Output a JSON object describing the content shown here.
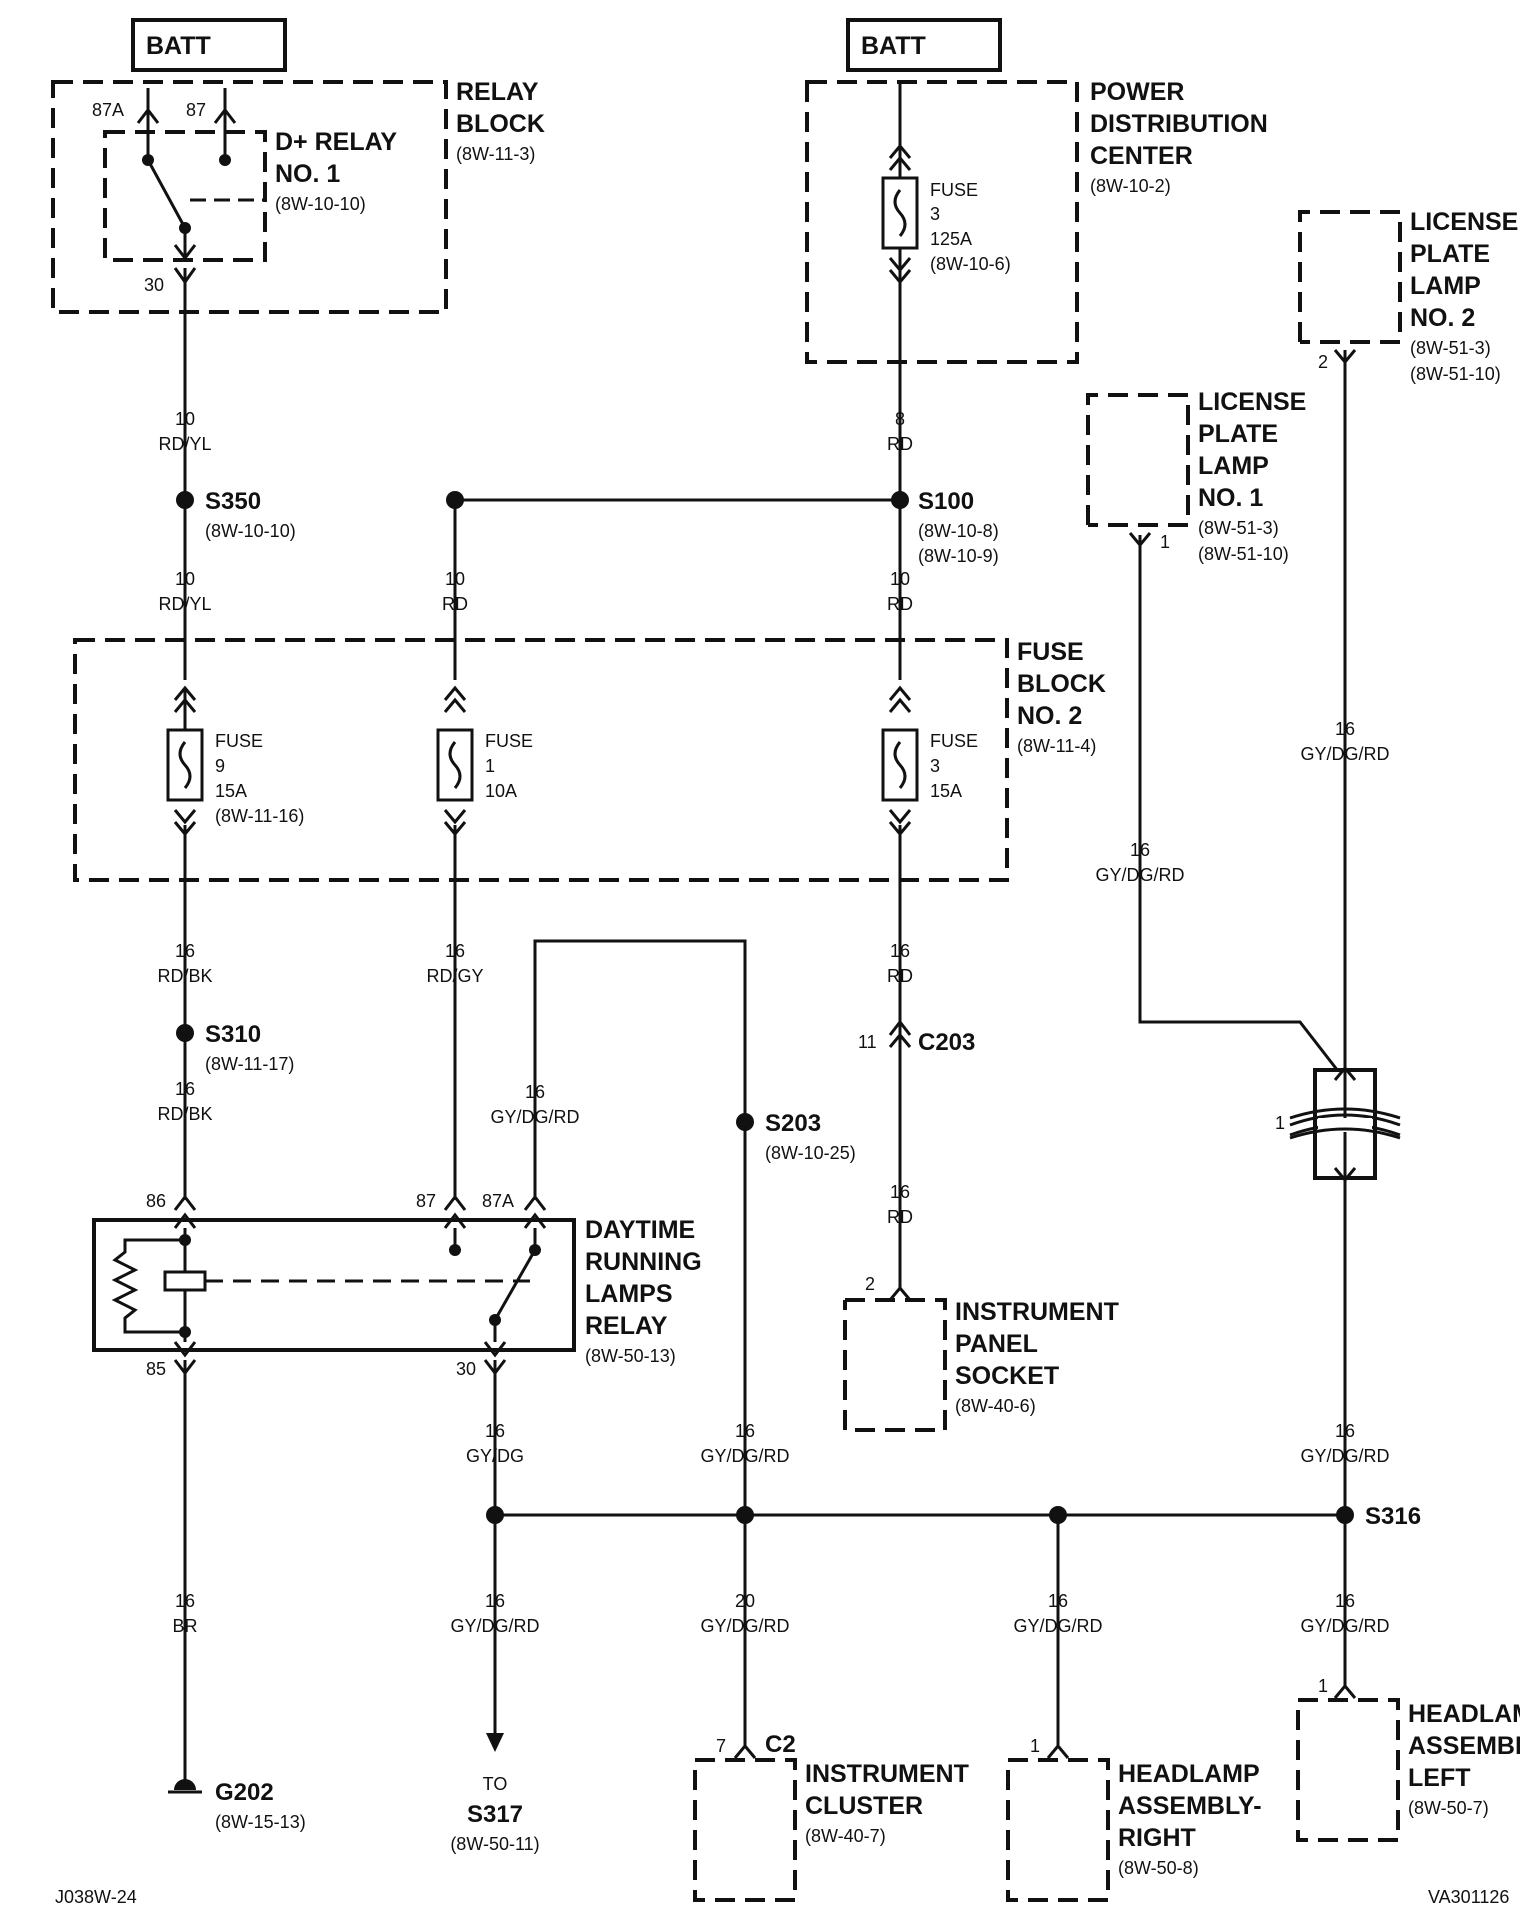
{
  "sources": {
    "batt_left": "BATT",
    "batt_right": "BATT"
  },
  "relay_block": {
    "title_1": "RELAY",
    "title_2": "BLOCK",
    "ref": "(8W-11-3)",
    "relay_1": "D+ RELAY",
    "relay_2": "NO. 1",
    "relay_ref": "(8W-10-10)",
    "pin_87a": "87A",
    "pin_87": "87",
    "pin_30": "30"
  },
  "pdc": {
    "title_1": "POWER",
    "title_2": "DISTRIBUTION",
    "title_3": "CENTER",
    "ref": "(8W-10-2)",
    "fuse_1": "FUSE",
    "fuse_2": "3",
    "fuse_3": "125A",
    "fuse_4": "(8W-10-6)"
  },
  "lp2": {
    "t1": "LICENSE",
    "t2": "PLATE",
    "t3": "LAMP",
    "t4": "NO. 2",
    "ref1": "(8W-51-3)",
    "ref2": "(8W-51-10)",
    "pin": "2"
  },
  "lp1": {
    "t1": "LICENSE",
    "t2": "PLATE",
    "t3": "LAMP",
    "t4": "NO. 1",
    "ref1": "(8W-51-3)",
    "ref2": "(8W-51-10)",
    "pin": "1"
  },
  "wires": {
    "a1_g": "10",
    "a1_c": "RD/YL",
    "a2_g": "10",
    "a2_c": "RD/YL",
    "b1_g": "10",
    "b1_c": "RD",
    "c1_g": "8",
    "c1_c": "RD",
    "c2_g": "10",
    "c2_c": "RD",
    "d1_g": "16",
    "d1_c": "RD/BK",
    "d2_g": "16",
    "d2_c": "RD/BK",
    "e1_g": "16",
    "e1_c": "RD/GY",
    "f1_g": "16",
    "f1_c": "RD",
    "f2_g": "16",
    "f2_c": "RD",
    "g1_g": "16",
    "g1_c": "GY/DG/RD",
    "h1_g": "16",
    "h1_c": "GY/DG/RD",
    "i1_g": "16",
    "i1_c": "GY/DG/RD",
    "j1_g": "16",
    "j1_c": "GY/DG",
    "k1_g": "16",
    "k1_c": "GY/DG/RD",
    "l1_g": "16",
    "l1_c": "GY/DG/RD",
    "m1_g": "16",
    "m1_c": "BR",
    "n1_g": "16",
    "n1_c": "GY/DG/RD",
    "o1_g": "20",
    "o1_c": "GY/DG/RD",
    "p1_g": "16",
    "p1_c": "GY/DG/RD",
    "q1_g": "16",
    "q1_c": "GY/DG/RD"
  },
  "splices": {
    "s350": "S350",
    "s350_ref": "(8W-10-10)",
    "s100": "S100",
    "s100_ref1": "(8W-10-8)",
    "s100_ref2": "(8W-10-9)",
    "s310": "S310",
    "s310_ref": "(8W-11-17)",
    "s203": "S203",
    "s203_ref": "(8W-10-25)",
    "s316": "S316"
  },
  "fuse_block": {
    "title_1": "FUSE",
    "title_2": "BLOCK",
    "title_3": "NO. 2",
    "ref": "(8W-11-4)",
    "f9_1": "FUSE",
    "f9_2": "9",
    "f9_3": "15A",
    "f9_4": "(8W-11-16)",
    "f1_1": "FUSE",
    "f1_2": "1",
    "f1_3": "10A",
    "f3_1": "FUSE",
    "f3_2": "3",
    "f3_3": "15A"
  },
  "c203": {
    "name": "C203",
    "pin": "11"
  },
  "drl_relay": {
    "t1": "DAYTIME",
    "t2": "RUNNING",
    "t3": "LAMPS",
    "t4": "RELAY",
    "ref": "(8W-50-13)",
    "p86": "86",
    "p87": "87",
    "p87a": "87A",
    "p85": "85",
    "p30": "30"
  },
  "ip_socket": {
    "t1": "INSTRUMENT",
    "t2": "PANEL",
    "t3": "SOCKET",
    "ref": "(8W-40-6)",
    "pin": "2"
  },
  "connector_c1": {
    "pin": "1"
  },
  "ground": {
    "name": "G202",
    "ref": "(8W-15-13)"
  },
  "to_s317": {
    "to": "TO",
    "name": "S317",
    "ref": "(8W-50-11)"
  },
  "cluster": {
    "c2": "C2",
    "pin": "7",
    "t1": "INSTRUMENT",
    "t2": "CLUSTER",
    "ref": "(8W-40-7)"
  },
  "hl_right": {
    "pin": "1",
    "t1": "HEADLAMP",
    "t2": "ASSEMBLY-",
    "t3": "RIGHT",
    "ref": "(8W-50-8)"
  },
  "hl_left": {
    "pin": "1",
    "t1": "HEADLAMP",
    "t2": "ASSEMBLY-",
    "t3": "LEFT",
    "ref": "(8W-50-7)"
  },
  "footer": {
    "left": "J038W-24",
    "right": "VA301126"
  }
}
